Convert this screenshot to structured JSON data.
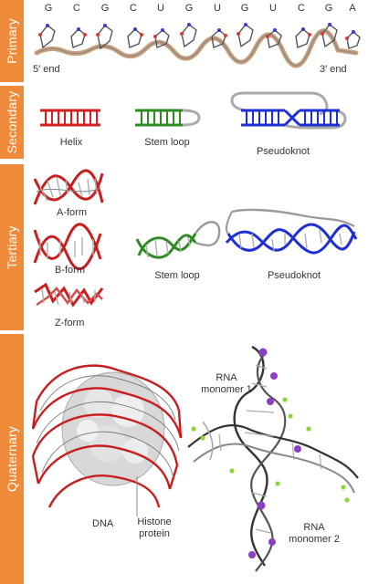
{
  "sections": {
    "primary": "Primary",
    "secondary": "Secondary",
    "tertiary": "Tertiary",
    "quaternary": "Quaternary"
  },
  "primary": {
    "sequence": [
      "G",
      "C",
      "G",
      "C",
      "U",
      "G",
      "U",
      "G",
      "U",
      "C",
      "G",
      "A"
    ],
    "five_prime": "5′ end",
    "three_prime": "3′ end"
  },
  "secondary": {
    "helix": "Helix",
    "stem_loop": "Stem loop",
    "pseudoknot": "Pseudoknot"
  },
  "tertiary": {
    "a_form": "A-form",
    "b_form": "B-form",
    "z_form": "Z-form",
    "stem_loop": "Stem loop",
    "pseudoknot": "Pseudoknot"
  },
  "quaternary": {
    "dna": "DNA",
    "histone": "Histone protein",
    "rna1": "RNA monomer 1",
    "rna2": "RNA monomer 2"
  },
  "colors": {
    "band": "#ef8a3a",
    "helix": "#d42020",
    "stem_loop": "#2e8b22",
    "pseudoknot": "#1f2fd6",
    "loop_gray": "#aaaaaa"
  }
}
